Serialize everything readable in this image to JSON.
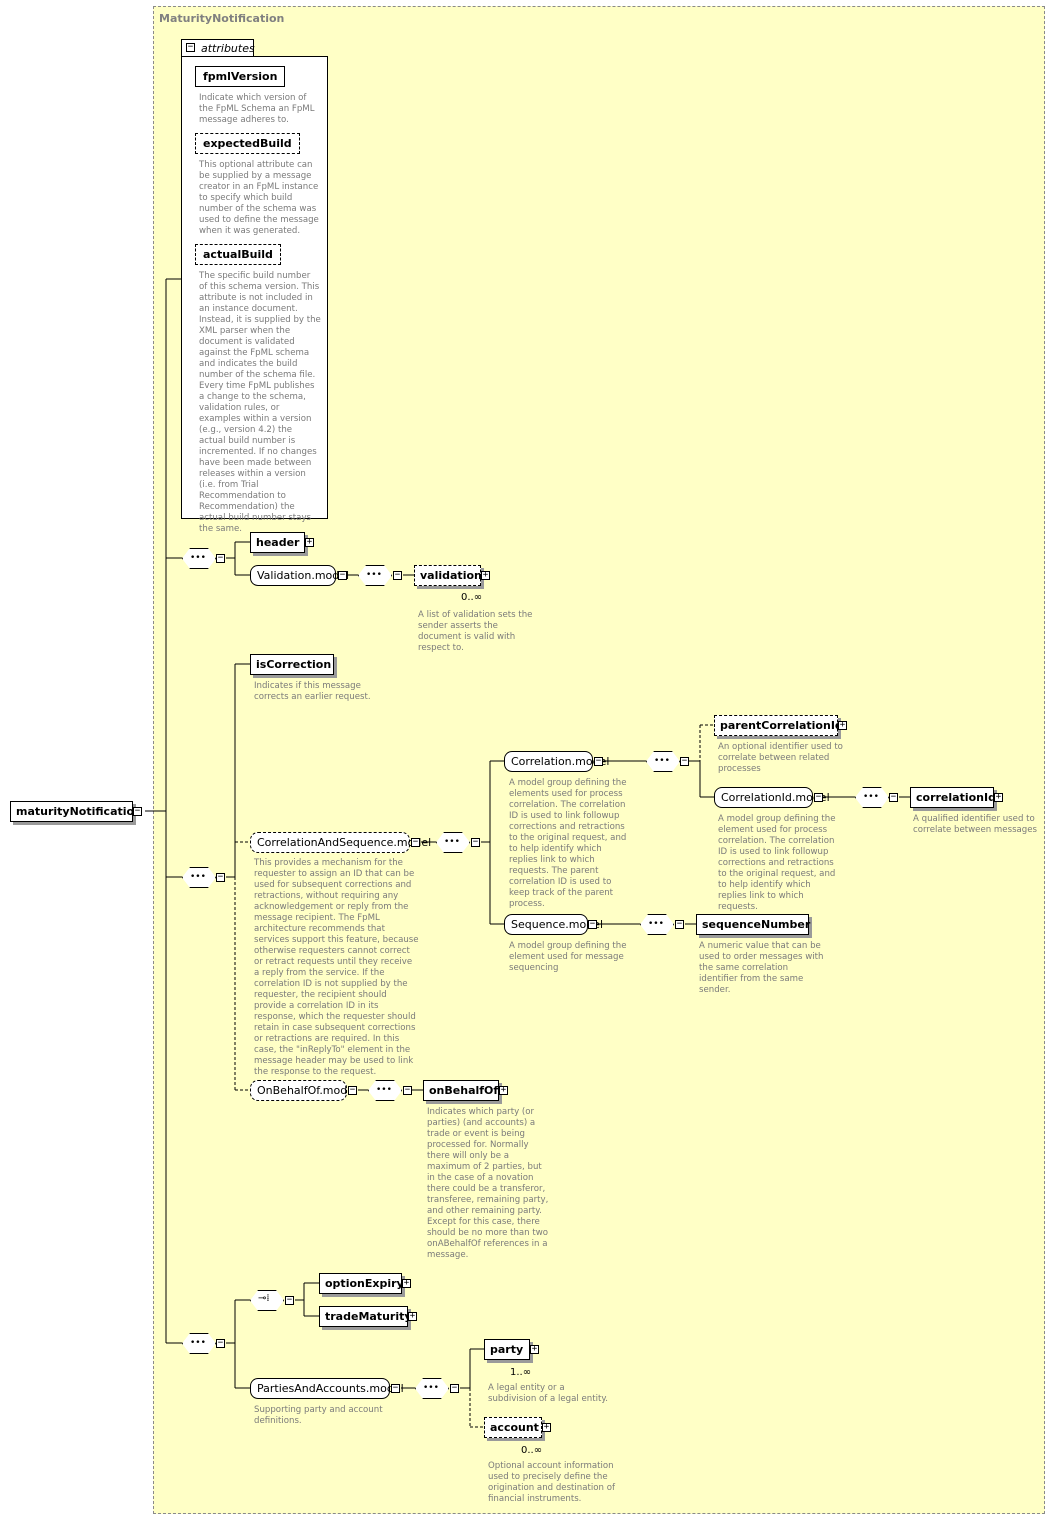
{
  "diagram_title": "MaturityNotification",
  "root": {
    "label": "maturityNotification"
  },
  "attributes": {
    "tab_label": "attributes",
    "items": [
      {
        "name": "fpmlVersion",
        "optional": false,
        "description": "Indicate which version of the FpML Schema an FpML message adheres to."
      },
      {
        "name": "expectedBuild",
        "optional": true,
        "description": "This optional attribute can be supplied by a message creator in an FpML instance to specify which build number of the schema was used to define the message when it was generated."
      },
      {
        "name": "actualBuild",
        "optional": true,
        "description": "The specific build number of this schema version. This attribute is not included in an instance document. Instead, it is supplied by the XML parser when the document is validated against the FpML schema and indicates the build number of the schema file. Every time FpML publishes a change to the schema, validation rules, or examples within a version (e.g., version 4.2) the actual build number is incremented. If no changes have been made between releases within a version (i.e. from Trial Recommendation to Recommendation) the actual build number stays the same."
      }
    ]
  },
  "nodes": {
    "header": {
      "label": "header"
    },
    "validation_model": {
      "label": "Validation.model"
    },
    "validation": {
      "label": "validation",
      "cardinality": "0..∞",
      "description": "A list of validation sets the sender asserts the document is valid with respect to."
    },
    "isCorrection": {
      "label": "isCorrection",
      "description": "Indicates if this message corrects an earlier request."
    },
    "correlation_and_sequence_model": {
      "label": "CorrelationAndSequence.model",
      "description": "This provides a mechanism for the requester to assign an ID that can be used for subsequent corrections and retractions, without requiring any acknowledgement or reply from the message recipient. The FpML architecture recommends that services support this feature, because otherwise requesters cannot correct or retract requests until they receive a reply from the service. If the correlation ID is not supplied by the requester, the recipient should provide a correlation ID in its response, which the requester should retain in case subsequent corrections or retractions are required. In this case, the \"inReplyTo\" element in the message header may be used to link the response to the request."
    },
    "correlation_model": {
      "label": "Correlation.model",
      "description": "A model group defining the elements used for process correlation. The correlation ID is used to link followup corrections and retractions to the original request, and to help identify which replies link to which requests. The parent correlation ID is used to keep track of the parent process."
    },
    "parentCorrelationId": {
      "label": "parentCorrelationId",
      "description": "An optional identifier used to correlate between related processes"
    },
    "correlationId_model": {
      "label": "CorrelationId.model",
      "description": "A model group defining the element used for process correlation. The correlation ID is used to link followup corrections and retractions to the original request, and to help identify which replies link to which requests."
    },
    "correlationId": {
      "label": "correlationId",
      "description": "A qualified identifier used to correlate between messages"
    },
    "sequence_model": {
      "label": "Sequence.model",
      "description": "A model group defining the element used for message sequencing"
    },
    "sequenceNumber": {
      "label": "sequenceNumber",
      "description": "A numeric value that can be used to order messages with the same correlation identifier from the same sender."
    },
    "onBehalfOf_model": {
      "label": "OnBehalfOf.model"
    },
    "onBehalfOf": {
      "label": "onBehalfOf",
      "description": "Indicates which party (or parties) (and accounts) a trade or event is being processed for. Normally there will only be a maximum of 2 parties, but in the case of a novation there could be a transferor, transferee, remaining party, and other remaining party. Except for this case, there should be no more than two onABehalfOf references in a message."
    },
    "optionExpiry": {
      "label": "optionExpiry"
    },
    "tradeMaturity": {
      "label": "tradeMaturity"
    },
    "parties_and_accounts_model": {
      "label": "PartiesAndAccounts.model",
      "description": "Supporting party and account definitions."
    },
    "party": {
      "label": "party",
      "cardinality": "1..∞",
      "description": "A legal entity or a subdivision of a legal entity."
    },
    "account": {
      "label": "account",
      "cardinality": "0..∞",
      "description": "Optional account information used to precisely define the origination and destination of financial instruments."
    }
  },
  "colors": {
    "background": "#ffffc6",
    "frame_border": "#8a8a8a",
    "description_text": "#7a7a7a"
  }
}
